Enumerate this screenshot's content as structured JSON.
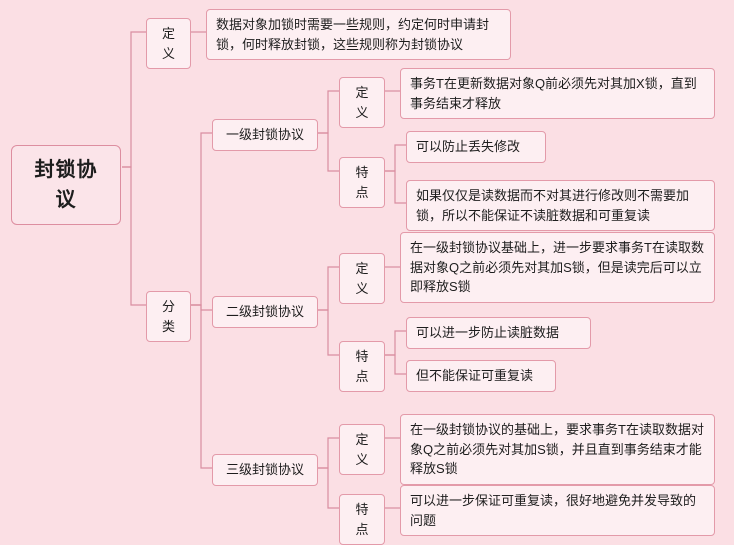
{
  "diagram": {
    "type": "mindmap",
    "root": {
      "label": "封锁协议"
    },
    "nodes": [
      {
        "id": "dingyi1",
        "label": "定义"
      },
      {
        "id": "dingyi1_text",
        "label": "数据对象加锁时需要一些规则，约定何时申请封锁，何时释放封锁，这些规则称为封锁协议"
      },
      {
        "id": "fenlei",
        "label": "分类"
      },
      {
        "id": "yiji",
        "label": "一级封锁协议"
      },
      {
        "id": "yiji_dingyi",
        "label": "定义"
      },
      {
        "id": "yiji_dingyi_text",
        "label": "事务T在更新数据对象Q前必须先对其加X锁，直到事务结束才释放"
      },
      {
        "id": "yiji_tedian",
        "label": "特点"
      },
      {
        "id": "yiji_tedian_text1",
        "label": "可以防止丢失修改"
      },
      {
        "id": "yiji_tedian_text2",
        "label": "如果仅仅是读数据而不对其进行修改则不需要加锁，所以不能保证不读脏数据和可重复读"
      },
      {
        "id": "erji",
        "label": "二级封锁协议"
      },
      {
        "id": "erji_dingyi",
        "label": "定义"
      },
      {
        "id": "erji_dingyi_text",
        "label": "在一级封锁协议基础上，进一步要求事务T在读取数据对象Q之前必须先对其加S锁，但是读完后可以立即释放S锁"
      },
      {
        "id": "erji_tedian",
        "label": "特点"
      },
      {
        "id": "erji_tedian_text1",
        "label": "可以进一步防止读脏数据"
      },
      {
        "id": "erji_tedian_text2",
        "label": "但不能保证可重复读"
      },
      {
        "id": "sanji",
        "label": "三级封锁协议"
      },
      {
        "id": "sanji_dingyi",
        "label": "定义"
      },
      {
        "id": "sanji_dingyi_text",
        "label": "在一级封锁协议的基础上，要求事务T在读取数据对象Q之前必须先对其加S锁，并且直到事务结束才能释放S锁"
      },
      {
        "id": "sanji_tedian",
        "label": "特点"
      },
      {
        "id": "sanji_tedian_text",
        "label": "可以进一步保证可重复读，很好地避免并发导致的问题"
      }
    ],
    "colors": {
      "background": "#fbdfe4",
      "node_fill": "#fdeff2",
      "node_border": "#e39aa9",
      "line": "#d98ea0",
      "text": "#1d1d1d"
    }
  }
}
